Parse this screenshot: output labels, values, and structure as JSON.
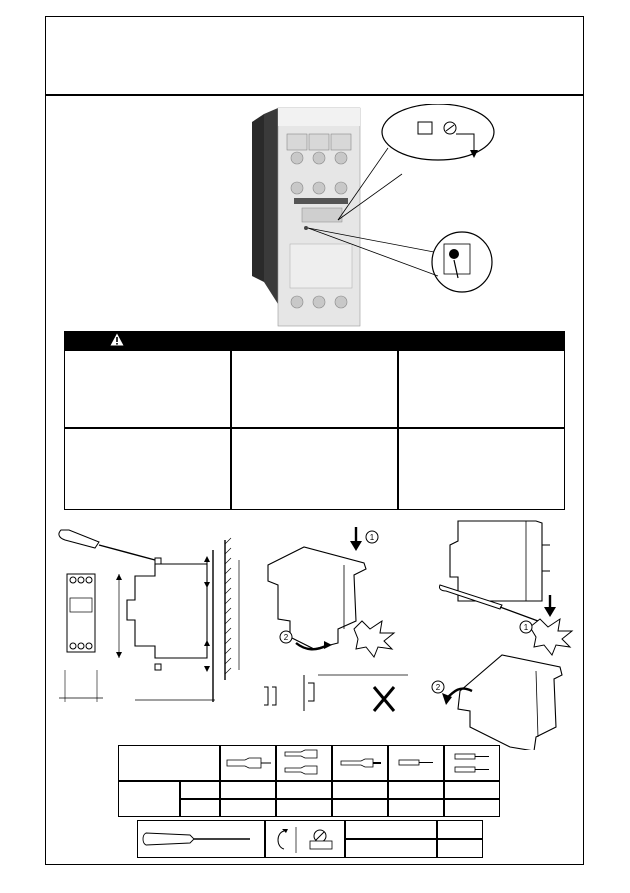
{
  "page": {
    "colors": {
      "ink": "#000000",
      "paper": "#ffffff",
      "device_body": "#e6e6e6",
      "device_shadow": "#2a2a2a"
    }
  },
  "header": {
    "title": ""
  },
  "warning": {
    "icon": "warning-triangle-icon",
    "heading": "",
    "cells": [
      "",
      "",
      "",
      "",
      "",
      ""
    ]
  },
  "wiring_table": {
    "row_header": "",
    "sub_header": "",
    "sub_label": "",
    "icons": [
      "ferrule-single-icon",
      "ferrule-double-icon",
      "ferrule-plain-icon",
      "solid-wire-icon",
      "double-solid-wire-icon"
    ],
    "values": [
      "",
      "",
      "",
      "",
      ""
    ]
  },
  "tools_table": {
    "icons": [
      "screwdriver-icon",
      "torque-rotation-icon",
      "terminal-screw-icon"
    ],
    "values": [
      "",
      "",
      "",
      ""
    ]
  },
  "step_markers": [
    "1",
    "2",
    "1",
    "2"
  ]
}
